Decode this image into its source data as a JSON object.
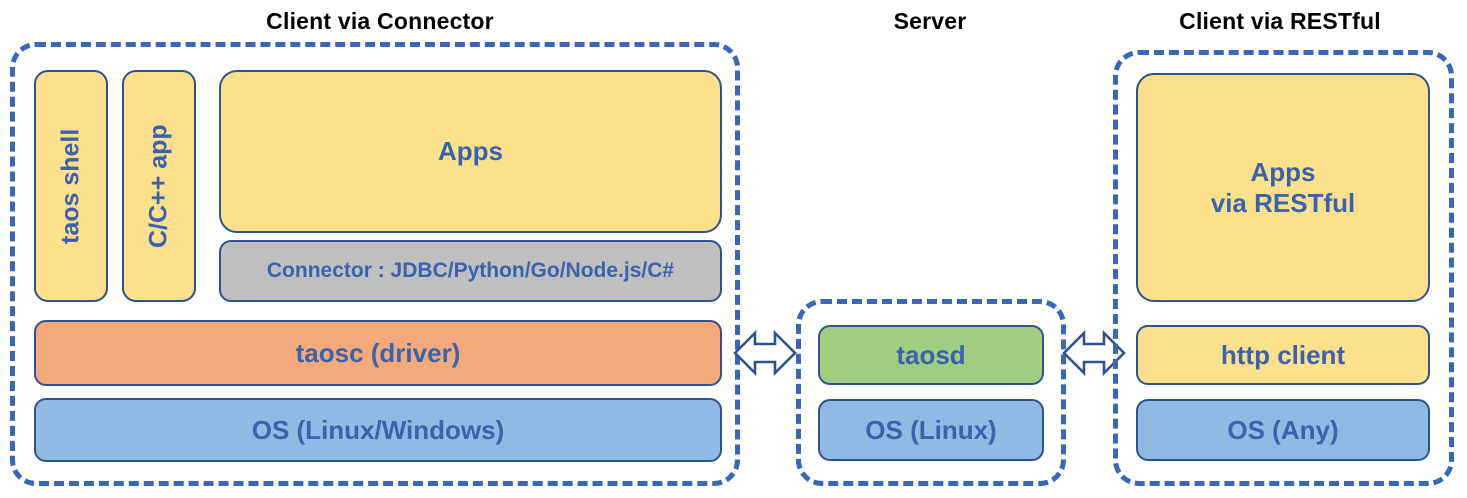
{
  "diagram": {
    "title_left": "Client via Connector",
    "title_mid": "Server",
    "title_right": "Client via RESTful"
  },
  "colors": {
    "dashed_border": "#3A66B5",
    "box_border": "#2F528F",
    "text_blue": "#3A62AF",
    "yellow": "#FCE08B",
    "grey": "#BFBFBF",
    "orange": "#F4A97A",
    "blue": "#8DBBE3",
    "green": "#A2CC82",
    "title_black": "#000000"
  },
  "client_connector": {
    "taos_shell": "taos shell",
    "c_cpp_app": "C/C++ app",
    "apps": "Apps",
    "connector": "Connector : JDBC/Python/Go/Node.js/C#",
    "taosc": "taosc (driver)",
    "os": "OS (Linux/Windows)"
  },
  "server": {
    "taosd": "taosd",
    "os": "OS (Linux)"
  },
  "client_restful": {
    "apps_line1": "Apps",
    "apps_line2": "via RESTful",
    "http_client": "http client",
    "os": "OS (Any)"
  },
  "arrows": {
    "left_arrow_name": "double-headed-arrow",
    "right_arrow_name": "double-headed-arrow"
  }
}
